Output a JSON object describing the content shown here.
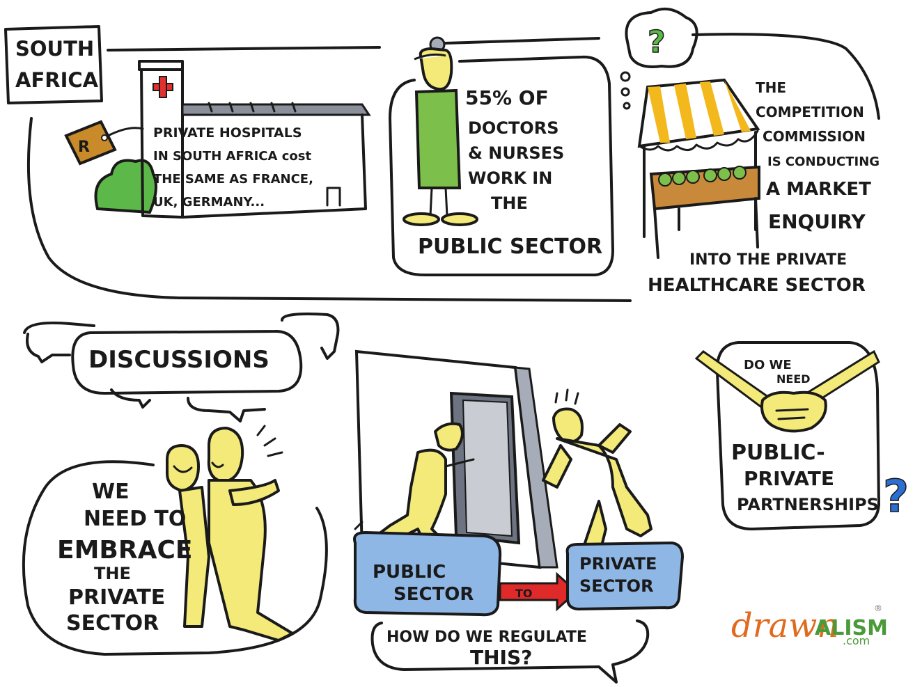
{
  "panels": {
    "south_africa": {
      "label_line1": "SOUTH",
      "label_line2": "AFRICA",
      "price_tag": "R",
      "text_lines": [
        "PRIVATE HOSPITALS",
        "IN SOUTH AFRICA cost",
        "THE SAME AS FRANCE,",
        "UK, GERMANY..."
      ]
    },
    "doctors": {
      "text_lines": [
        "55% OF",
        "DOCTORS",
        "& NURSES",
        "WORK IN",
        "THE",
        "PUBLIC SECTOR"
      ]
    },
    "competition": {
      "thought_mark": "?",
      "text_lines": [
        "THE",
        "COMPETITION",
        "COMMISSION",
        "IS CONDUCTING",
        "A MARKET",
        "ENQUIRY",
        "INTO THE PRIVATE",
        "HEALTHCARE SECTOR"
      ]
    },
    "discussions": {
      "title": "DISCUSSIONS"
    },
    "embrace": {
      "text_lines": [
        "WE",
        "NEED TO",
        "EMBRACE",
        "THE",
        "PRIVATE",
        "SECTOR"
      ]
    },
    "regulate": {
      "public_box": [
        "PUBLIC",
        "SECTOR"
      ],
      "arrow_label": "TO",
      "private_box": [
        "PRIVATE",
        "SECTOR"
      ],
      "caption_lines": [
        "HOW DO WE REGULATE",
        "THIS?"
      ]
    },
    "partnerships": {
      "top_lines": [
        "DO WE",
        "NEED"
      ],
      "main_lines": [
        "PUBLIC-",
        "PRIVATE",
        "PARTNERSHIPS"
      ],
      "question_mark": "?"
    }
  },
  "logo": {
    "part1": "drawn",
    "part2": "ALISM",
    "suffix": ".com",
    "registered": "®"
  },
  "colors": {
    "ink": "#1a1a1a",
    "skin_yellow": "#f3ea7a",
    "gown_green": "#7cc04b",
    "bush_green": "#5db84a",
    "cross_red": "#e0302f",
    "tag_orange": "#c98a2a",
    "awning_yellow": "#f2b81c",
    "crate_brown": "#c88a3a",
    "box_blue": "#8fb7e6",
    "arrow_red": "#e02a2a",
    "question_blue": "#2a6fd1",
    "logo_orange": "#e06a1e",
    "logo_green": "#4a9a3a"
  }
}
